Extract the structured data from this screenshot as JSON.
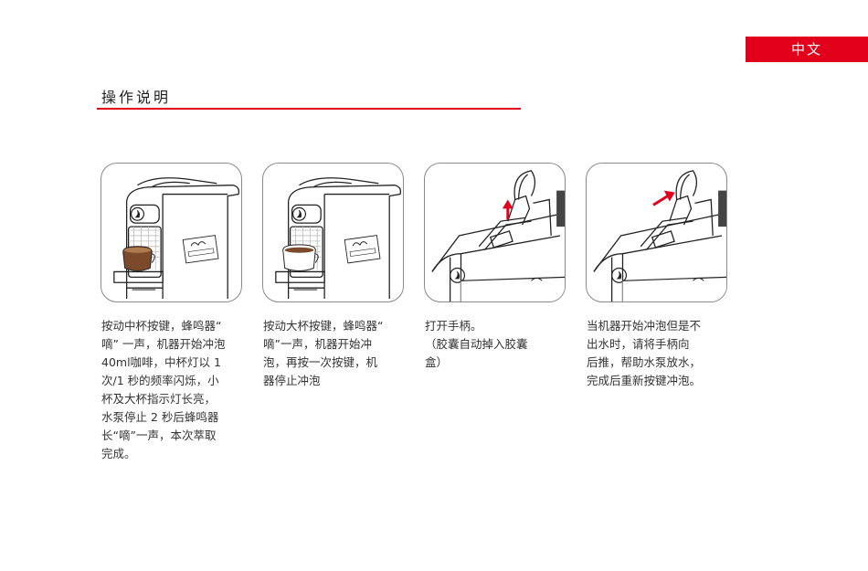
{
  "header": {
    "language_tab": "中文"
  },
  "section": {
    "title": "操作说明"
  },
  "colors": {
    "accent": "#e3001b",
    "frame": "#8a8a8a",
    "coffee": "#7a4a2a"
  },
  "steps": [
    {
      "illustration": "medium-cup-brewing",
      "text": "按动中杯按键，蜂鸣器“\n嘀” 一声，机器开始冲泡\n40ml咖啡，中杯灯以 1\n次/1 秒的频率闪烁，小\n杯及大杯指示灯长亮，\n水泵停止 2 秒后蜂鸣器\n长“嘀”一声，本次萃取\n完成。"
    },
    {
      "illustration": "large-cup-brewing",
      "text": "按动大杯按键，蜂鸣器“\n嘀”一声，机器开始冲\n泡，再按一次按键，机\n器停止冲泡"
    },
    {
      "illustration": "lever-up-arrow",
      "text": "打开手柄。\n（胶囊自动掉入胶囊\n盒）"
    },
    {
      "illustration": "lever-push-back-arrow",
      "text": "当机器开始冲泡但是不\n出水时，请将手柄向\n后推，帮助水泵放水，\n完成后重新按键冲泡。"
    }
  ]
}
